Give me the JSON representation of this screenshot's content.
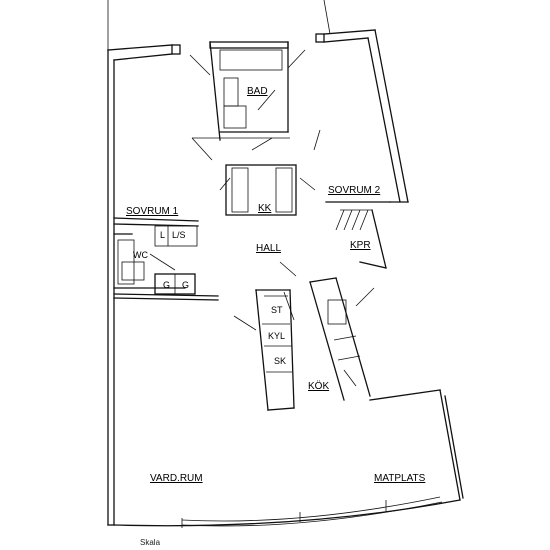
{
  "rooms": {
    "bad": "BAD",
    "kk": "KK",
    "sovrum1": "SOVRUM 1",
    "sovrum2": "SOVRUM 2",
    "ls": "L/S",
    "l": "L",
    "wc": "WC",
    "g1": "G",
    "g2": "G",
    "hall": "HALL",
    "kpr": "KPR",
    "st": "ST",
    "kyl": "KYL",
    "sk": "SK",
    "kok": "KÖK",
    "vardrum": "VARD.RUM",
    "matplats": "MATPLATS"
  },
  "scale_label": "Skala"
}
